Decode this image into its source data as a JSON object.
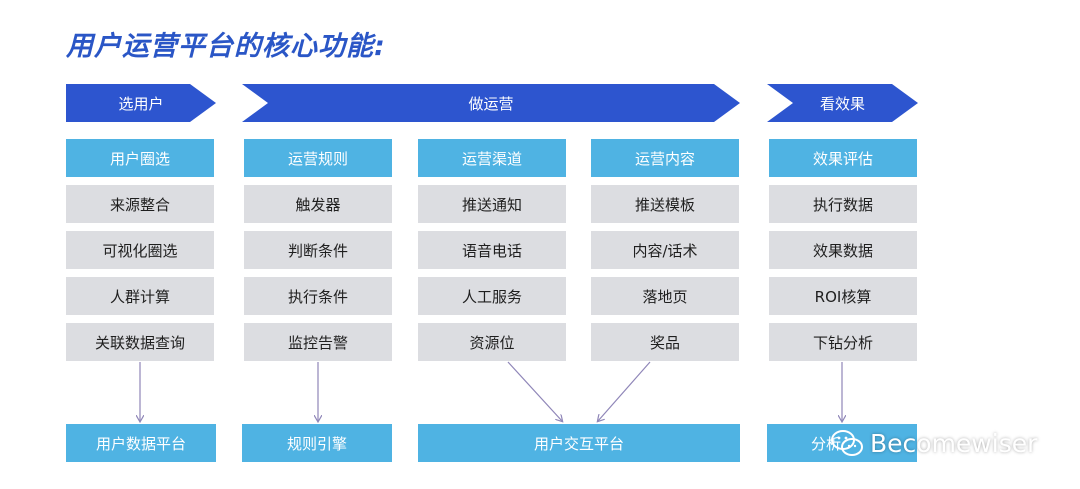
{
  "title": "用户运营平台的核心功能:",
  "stages": {
    "select": "选用户",
    "operate": "做运营",
    "review": "看效果"
  },
  "columns": {
    "c1": {
      "head": "用户圈选",
      "items": [
        "来源整合",
        "可视化圈选",
        "人群计算",
        "关联数据查询"
      ]
    },
    "c2": {
      "head": "运营规则",
      "items": [
        "触发器",
        "判断条件",
        "执行条件",
        "监控告警"
      ]
    },
    "c3": {
      "head": "运营渠道",
      "items": [
        "推送通知",
        "语音电话",
        "人工服务",
        "资源位"
      ]
    },
    "c4": {
      "head": "运营内容",
      "items": [
        "推送模板",
        "内容/话术",
        "落地页",
        "奖品"
      ]
    },
    "c5": {
      "head": "效果评估",
      "items": [
        "执行数据",
        "效果数据",
        "ROI核算",
        "下钻分析"
      ]
    }
  },
  "platforms": {
    "p1": "用户数据平台",
    "p2": "规则引擎",
    "p3": "用户交互平台",
    "p4": "分析"
  },
  "watermark": "Becomewiser",
  "colors": {
    "arrow": "#2d55cf",
    "head": "#4fb3e3",
    "item": "#dcdde1",
    "title": "#2a56c6",
    "connector": "#8f86b8"
  }
}
